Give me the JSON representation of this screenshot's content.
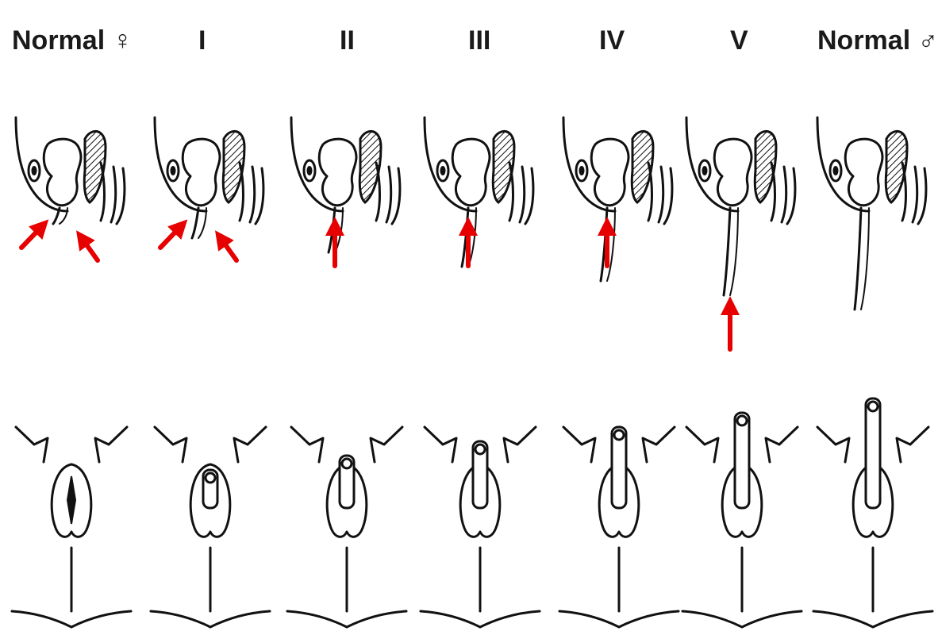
{
  "labels": [
    "Normal ♀",
    "I",
    "II",
    "III",
    "IV",
    "V",
    "Normal ♂"
  ],
  "colors": {
    "arrow": "#e60000",
    "ink": "#111111",
    "background": "#ffffff"
  },
  "stages": [
    {
      "label_index": 0,
      "sagittal": {
        "arrows": 2
      },
      "external": {
        "phallus": 0
      }
    },
    {
      "label_index": 1,
      "sagittal": {
        "arrows": 2
      },
      "external": {
        "phallus": 1
      }
    },
    {
      "label_index": 2,
      "sagittal": {
        "arrows": 1
      },
      "external": {
        "phallus": 2
      }
    },
    {
      "label_index": 3,
      "sagittal": {
        "arrows": 1
      },
      "external": {
        "phallus": 3
      }
    },
    {
      "label_index": 4,
      "sagittal": {
        "arrows": 1
      },
      "external": {
        "phallus": 4
      }
    },
    {
      "label_index": 5,
      "sagittal": {
        "arrows": 1
      },
      "external": {
        "phallus": 5
      }
    },
    {
      "label_index": 6,
      "sagittal": {
        "arrows": 0
      },
      "external": {
        "phallus": 6
      }
    }
  ]
}
